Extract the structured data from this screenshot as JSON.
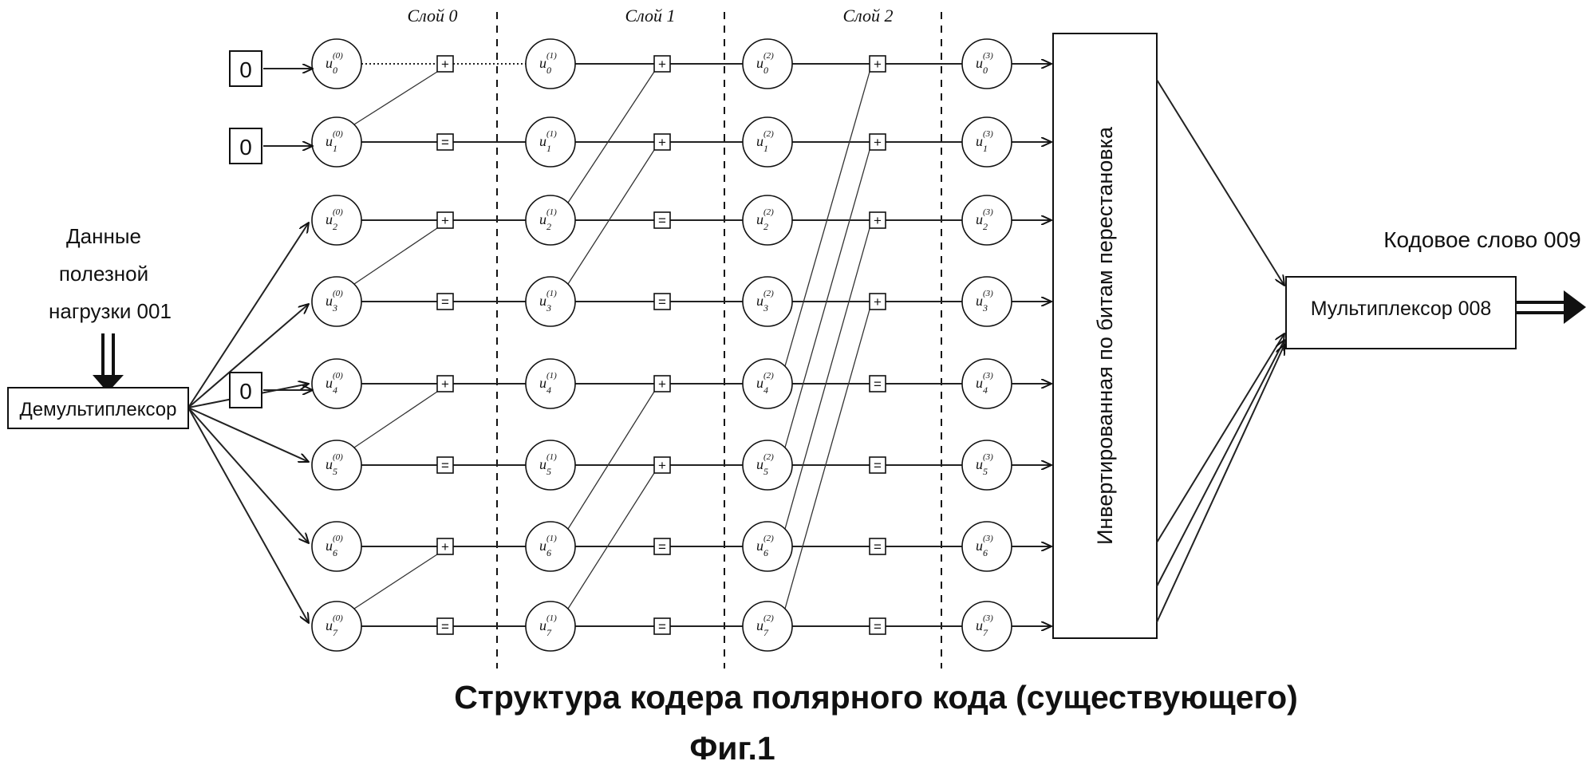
{
  "layer_labels": [
    "Слой 0",
    "Слой 1",
    "Слой 2"
  ],
  "zero_labels": [
    "0",
    "0",
    "0"
  ],
  "input_label_lines": [
    "Данные",
    "полезной",
    "нагрузки 001"
  ],
  "demux_label": "Демультиплексор",
  "permutation_label": "Инвертированная по битам перестановка",
  "mux_label": "Мультиплексор 008",
  "codeword_label": "Кодовое слово 009",
  "caption": "Структура кодера полярного кода (существующего)",
  "figure_label": "Фиг.1",
  "node_symbol": "u",
  "stages": [
    "0",
    "1",
    "2",
    "3"
  ],
  "rows": [
    "0",
    "1",
    "2",
    "3",
    "4",
    "5",
    "6",
    "7"
  ],
  "ops": [
    [
      "+",
      "=",
      "+",
      "=",
      "+",
      "=",
      "+",
      "="
    ],
    [
      "+",
      "+",
      "=",
      "=",
      "+",
      "+",
      "=",
      "="
    ],
    [
      "+",
      "+",
      "+",
      "+",
      "=",
      "=",
      "=",
      "="
    ]
  ]
}
